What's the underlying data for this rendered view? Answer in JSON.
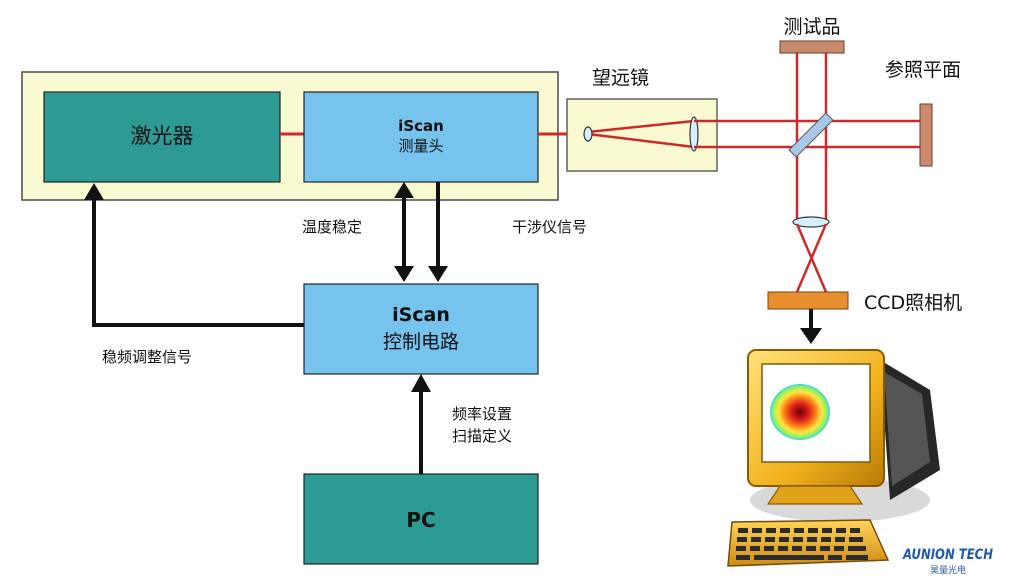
{
  "labels": {
    "laser": "激光器",
    "head_line1": "iScan",
    "head_line2": "测量头",
    "telescope": "望远镜",
    "test_sample": "测试品",
    "reference_plane": "参照平面",
    "temp_stabilize": "温度稳定",
    "interferometer_signal": "干涉仪信号",
    "ccd_camera": "CCD照相机",
    "controller_line1": "iScan",
    "controller_line2": "控制电路",
    "freq_adjust_signal": "稳频调整信号",
    "freq_setting": "频率设置",
    "scan_definition": "扫描定义",
    "pc": "PC",
    "logo_main": "AUNION TECH",
    "logo_sub": "昊量光电"
  },
  "colors": {
    "teal_box": "#2e9a94",
    "blue_box": "#76c3ee",
    "yellow_panel": "#fafad2",
    "laser_beam": "#cc2a2a",
    "arrow": "#111111",
    "mount_brown": "#c98a6e",
    "ccd_orange": "#e98e2e",
    "logo_blue": "#1f5aa8"
  }
}
